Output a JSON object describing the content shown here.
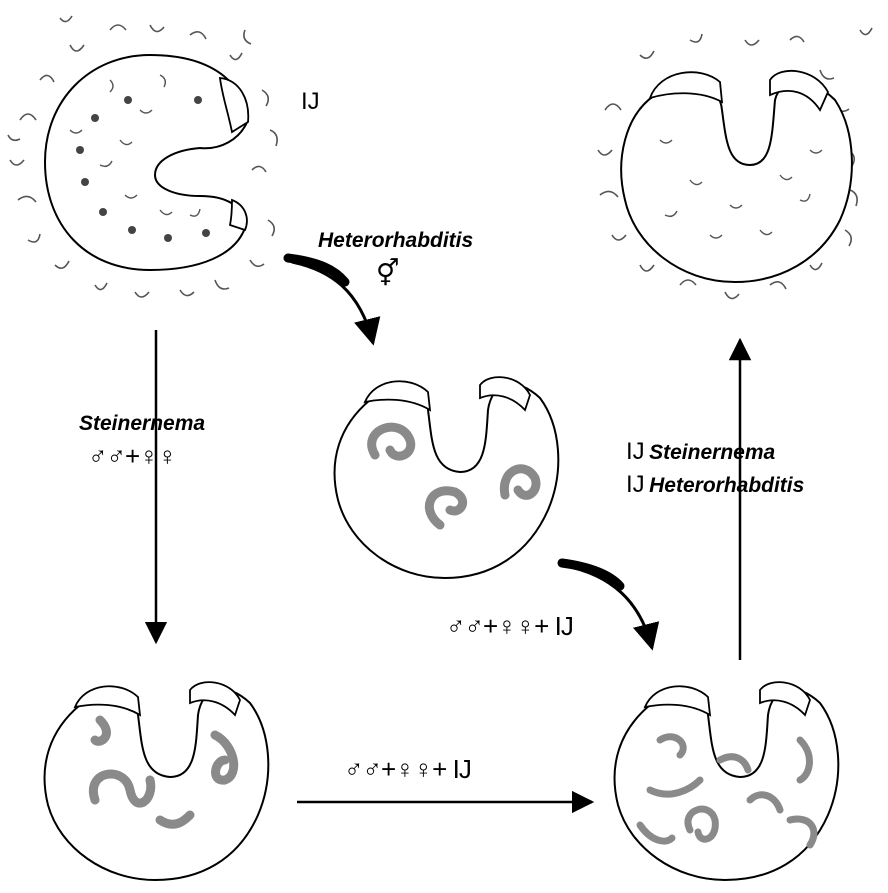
{
  "labels": {
    "ij_top": "IJ",
    "heterorhabditis_top": "Heterorhabditis",
    "hermaphrodite_symbol": "⚥",
    "steinernema_left": "Steinernema",
    "males_females": "♂♂+♀♀",
    "adults_plus_ij_middle": "♂♂+♀♀+ IJ",
    "adults_plus_ij_bottom": "♂♂+♀♀+ IJ",
    "ij_steinernema_prefix": "IJ",
    "ij_steinernema_genus": "Steinernema",
    "ij_heterorhabditis_prefix": "IJ",
    "ij_heterorhabditis_genus": "Heterorhabditis"
  },
  "colors": {
    "outline": "#000000",
    "nematode_gray": "#8a8a8a"
  }
}
